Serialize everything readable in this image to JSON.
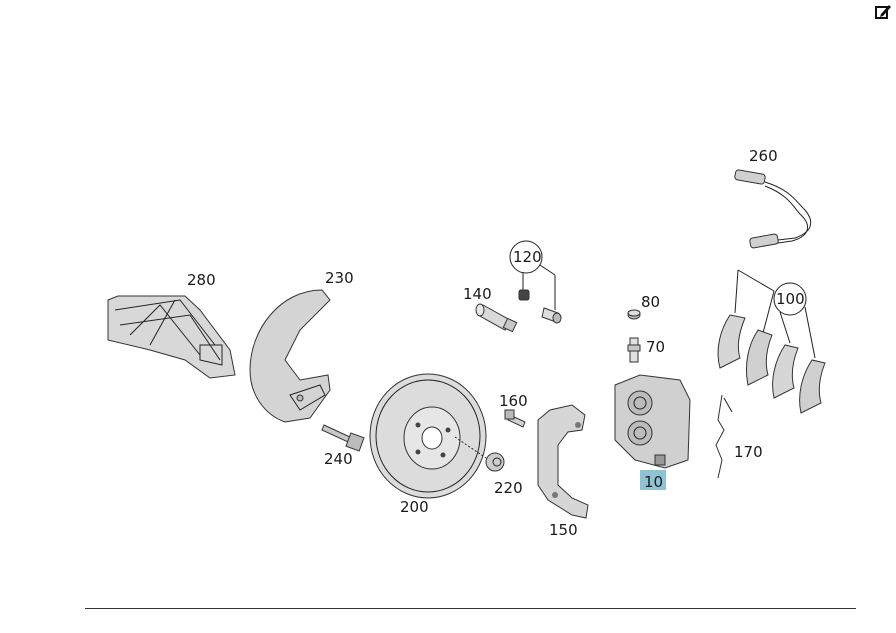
{
  "toolbar": {
    "edit_icon": "edit-icon"
  },
  "callouts": {
    "p260": "260",
    "p280": "280",
    "p230": "230",
    "p120": "120",
    "p140": "140",
    "p80": "80",
    "p100": "100",
    "p70": "70",
    "p160": "160",
    "p240": "240",
    "p170": "170",
    "p10": "10",
    "p220": "220",
    "p200": "200",
    "p150": "150"
  },
  "highlight": {
    "selected_part": "10",
    "color": "#8fc3d4"
  }
}
